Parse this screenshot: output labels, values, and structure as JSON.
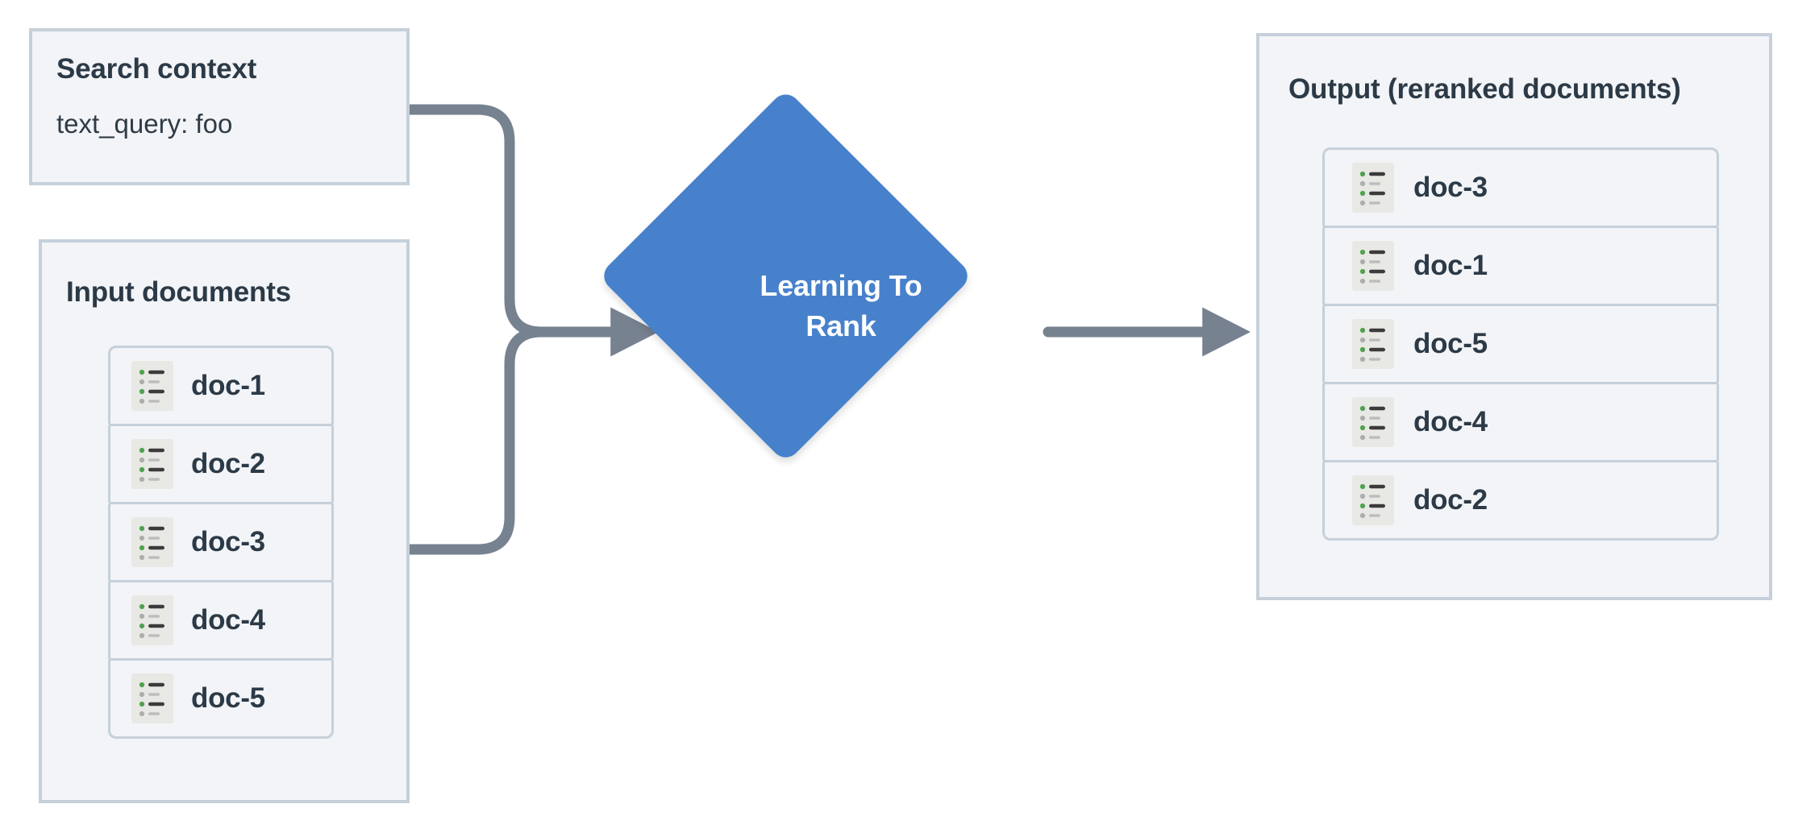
{
  "diagram": {
    "title": "Learning To Rank reranking flow",
    "colors": {
      "panel_fill": "#f2f4f7",
      "panel_border": "#c5d0da",
      "text": "#2c3a47",
      "accent_blue": "#4781cb",
      "connector": "#76828f",
      "icon_bg": "#e8e8e5",
      "icon_bullet_green": "#4fa24f",
      "icon_bullet_gray": "#adadad",
      "icon_bar_dark": "#3b3b3b",
      "icon_bar_light": "#bdbdbd"
    }
  },
  "search_context": {
    "title": "Search context",
    "field_label": "text_query: foo"
  },
  "input_documents": {
    "title": "Input documents",
    "items": [
      {
        "label": "doc-1",
        "icon": "document-list-icon"
      },
      {
        "label": "doc-2",
        "icon": "document-list-icon"
      },
      {
        "label": "doc-3",
        "icon": "document-list-icon"
      },
      {
        "label": "doc-4",
        "icon": "document-list-icon"
      },
      {
        "label": "doc-5",
        "icon": "document-list-icon"
      }
    ]
  },
  "processor": {
    "label_line1": "Learning To",
    "label_line2": "Rank",
    "shape": "diamond"
  },
  "output": {
    "title": "Output (reranked documents)",
    "items": [
      {
        "label": "doc-3",
        "icon": "document-list-icon"
      },
      {
        "label": "doc-1",
        "icon": "document-list-icon"
      },
      {
        "label": "doc-5",
        "icon": "document-list-icon"
      },
      {
        "label": "doc-4",
        "icon": "document-list-icon"
      },
      {
        "label": "doc-2",
        "icon": "document-list-icon"
      }
    ]
  },
  "connectors": [
    {
      "name": "search-context-to-ltr",
      "from": "search_context",
      "to": "processor"
    },
    {
      "name": "input-documents-to-ltr",
      "from": "input_documents",
      "to": "processor"
    },
    {
      "name": "ltr-to-output",
      "from": "processor",
      "to": "output"
    }
  ]
}
